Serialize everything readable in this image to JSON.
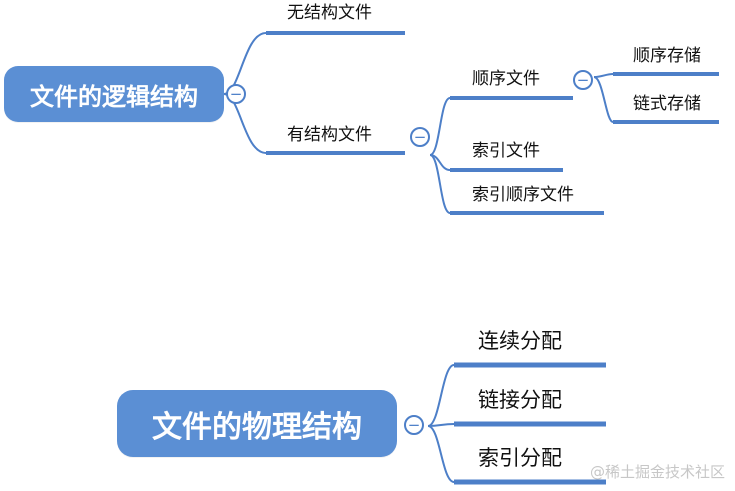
{
  "diagram": {
    "top_root": "文件的逻辑结构",
    "top_children": [
      "无结构文件",
      "有结构文件"
    ],
    "structured_children": [
      "顺序文件",
      "索引文件",
      "索引顺序文件"
    ],
    "sequential_children": [
      "顺序存储",
      "链式存储"
    ],
    "bottom_root": "文件的物理结构",
    "bottom_children": [
      "连续分配",
      "链接分配",
      "索引分配"
    ],
    "collapse_symbol": "−"
  },
  "watermark": "@稀土掘金技术社区",
  "colors": {
    "primary": "#5b8fd4",
    "line": "#4d7fc8",
    "text": "#111111"
  }
}
